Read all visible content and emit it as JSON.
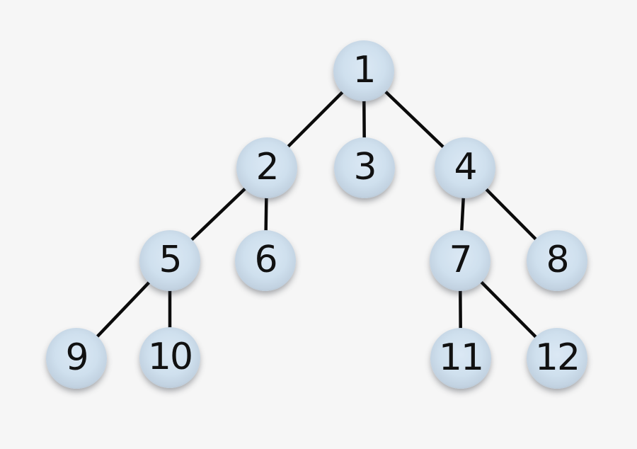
{
  "scene": {
    "background_color": "#f6f6f6",
    "edge_color": "#0b0b0b",
    "node_fill_color": "#cfe0ee",
    "node_rim_color": "#99a1ab",
    "node_label_color": "#111111"
  },
  "tree": {
    "nodes": [
      {
        "id": "1",
        "label": "1"
      },
      {
        "id": "2",
        "label": "2"
      },
      {
        "id": "3",
        "label": "3"
      },
      {
        "id": "4",
        "label": "4"
      },
      {
        "id": "5",
        "label": "5"
      },
      {
        "id": "6",
        "label": "6"
      },
      {
        "id": "7",
        "label": "7"
      },
      {
        "id": "8",
        "label": "8"
      },
      {
        "id": "9",
        "label": "9"
      },
      {
        "id": "10",
        "label": "10"
      },
      {
        "id": "11",
        "label": "11"
      },
      {
        "id": "12",
        "label": "12"
      }
    ],
    "edges": [
      {
        "from": "1",
        "to": "2"
      },
      {
        "from": "1",
        "to": "3"
      },
      {
        "from": "1",
        "to": "4"
      },
      {
        "from": "2",
        "to": "5"
      },
      {
        "from": "2",
        "to": "6"
      },
      {
        "from": "4",
        "to": "7"
      },
      {
        "from": "4",
        "to": "8"
      },
      {
        "from": "5",
        "to": "9"
      },
      {
        "from": "5",
        "to": "10"
      },
      {
        "from": "7",
        "to": "11"
      },
      {
        "from": "7",
        "to": "12"
      }
    ]
  }
}
